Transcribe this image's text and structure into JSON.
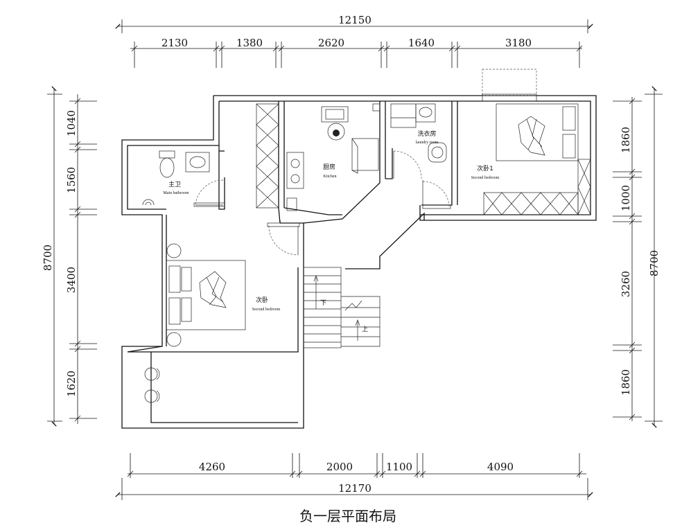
{
  "title": "负一层平面布局",
  "dimensions": {
    "top_total": "12150",
    "top_segments": [
      "2130",
      "1380",
      "2620",
      "1640",
      "3180"
    ],
    "bottom_total": "12170",
    "bottom_segments": [
      "4260",
      "2000",
      "1100",
      "4090"
    ],
    "left_total": "8700",
    "left_segments": [
      "1040",
      "1560",
      "3400",
      "1620"
    ],
    "right_total": "8700",
    "right_segments": [
      "1860",
      "1000",
      "3260",
      "1860"
    ]
  },
  "rooms": {
    "main_bathroom": {
      "cn": "主卫",
      "en": "Main bathroom"
    },
    "kitchen": {
      "cn": "厨房",
      "en": "Kitchen"
    },
    "laundry": {
      "cn": "洗衣房",
      "en": "laundry room"
    },
    "second_bedroom_1": {
      "cn": "次卧1",
      "en": "Second bedroom"
    },
    "second_bedroom": {
      "cn": "次卧",
      "en": "Second bedroom"
    }
  },
  "stairs": {
    "down": "下",
    "up": "上"
  }
}
